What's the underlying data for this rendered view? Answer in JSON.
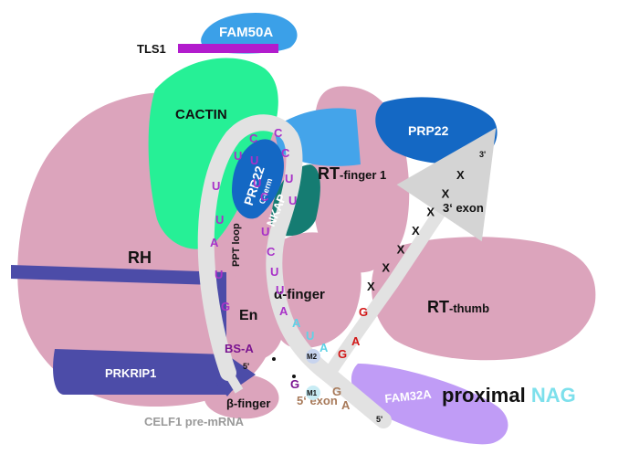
{
  "colors": {
    "pink_domain": "#dca4bc",
    "cactin": "#26f096",
    "fam50a": "#3ba0e8",
    "tls1": "#b21ccd",
    "prp22": "#1468c4",
    "nkap": "#157c72",
    "prkrip1": "#4c4ca8",
    "fam32a": "#c09cf6",
    "rna_backbone": "#e2e2e2",
    "nucleotide_purple": "#a832c8",
    "nucleotide_dark_purple": "#7a1490",
    "nucleotide_cyan": "#5fd2e6",
    "nucleotide_red": "#d21818",
    "nucleotide_brown": "#a87a5a",
    "proximal_nag_cyan": "#7de0ec"
  },
  "labels": {
    "fam50a": "FAM50A",
    "tls1": "TLS1",
    "cactin": "CACTIN",
    "prp22_top": "PRP22",
    "prp22_cterm_main": "PRP22",
    "prp22_cterm_sub": "C-term",
    "rt_finger1_main": "RT",
    "rt_finger1_sub": "-finger 1",
    "nkap": "NKAP",
    "rh": "RH",
    "ppt_loop": "PPT loop",
    "alpha_finger": "α-finger",
    "rt_thumb_main": "RT",
    "rt_thumb_sub": "-thumb",
    "en": "En",
    "prkrip1": "PRKRIP1",
    "beta_finger": "β-finger",
    "fam32a": "FAM32A",
    "three_prime_exon": "3‘ exon",
    "five_prime_exon": "5‘ exon",
    "celf1_premrna": "CELF1 pre-mRNA",
    "bs_a": "BS-A",
    "m1": "M1",
    "m2": "M2",
    "proximal": "proximal",
    "nag": "NAG"
  },
  "rna": {
    "five_prime_end": "5'",
    "three_prime_end": "3'",
    "exon_end_5": "5'",
    "loop_nucleotides": [
      "C",
      "U",
      "U",
      "U",
      "U",
      "A",
      "U",
      "G",
      "U",
      "C",
      "U",
      "C",
      "C",
      "U",
      "U",
      "C",
      "U",
      "U",
      "A",
      "A",
      "U",
      "A",
      "G",
      "A",
      "G"
    ],
    "exon3_marks": [
      "X",
      "X",
      "X",
      "X",
      "X",
      "X",
      "X"
    ]
  }
}
